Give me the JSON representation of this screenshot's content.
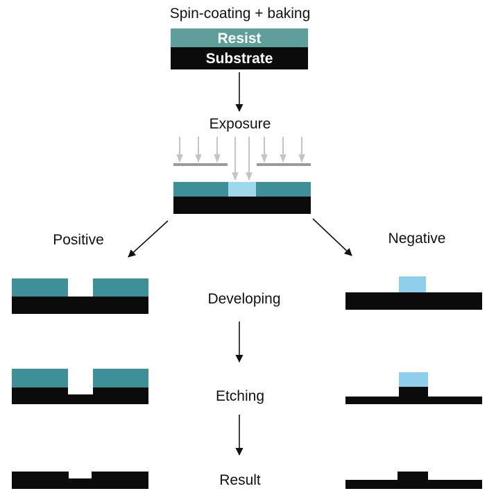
{
  "steps": {
    "spin": "Spin-coating + baking",
    "exposure": "Exposure",
    "developing": "Developing",
    "etching": "Etching",
    "result": "Result"
  },
  "layers": {
    "resist": "Resist",
    "substrate": "Substrate"
  },
  "branches": {
    "positive": "Positive",
    "negative": "Negative"
  },
  "colors": {
    "resist": "#3d9098",
    "resist_top_layer": "#5e9f9b",
    "exposed": "#9ed8ec",
    "negative_resist": "#8ecfec",
    "substrate": "#0b0b0b",
    "light_rays": "#c4c4c4",
    "mask": "#9a9a9a",
    "arrow": "#111111"
  }
}
